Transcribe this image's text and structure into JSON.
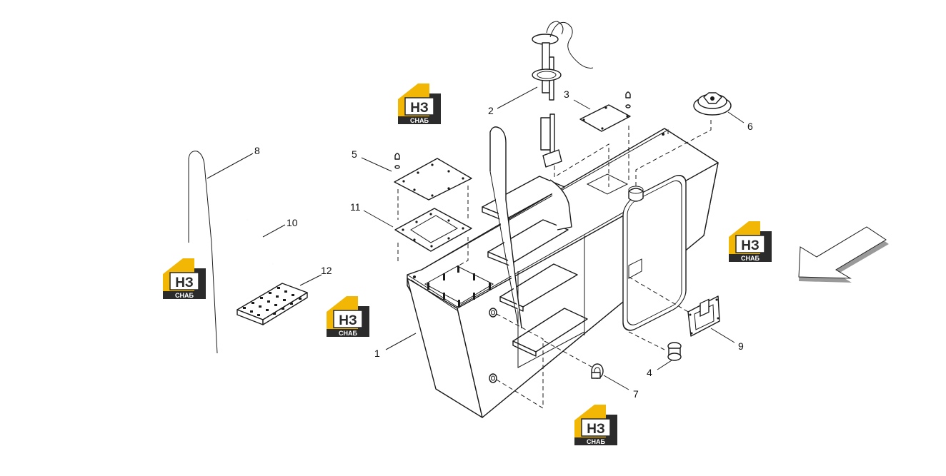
{
  "callouts": [
    {
      "id": "1",
      "label": "1"
    },
    {
      "id": "2",
      "label": "2"
    },
    {
      "id": "3",
      "label": "3"
    },
    {
      "id": "4",
      "label": "4"
    },
    {
      "id": "5",
      "label": "5"
    },
    {
      "id": "6",
      "label": "6"
    },
    {
      "id": "7",
      "label": "7"
    },
    {
      "id": "8",
      "label": "8"
    },
    {
      "id": "9",
      "label": "9"
    },
    {
      "id": "10",
      "label": "10"
    },
    {
      "id": "11",
      "label": "11"
    },
    {
      "id": "12",
      "label": "12"
    }
  ],
  "watermark": {
    "letters": "НЗ",
    "sub": "СНАБ",
    "colors": {
      "roof": "#f2b705",
      "dark": "#2b2b2b",
      "text": "#ffffff"
    }
  },
  "colors": {
    "line": "#1a1a1a",
    "arrow_fill": "#ffffff",
    "arrow_shadow": "#9a9a9a"
  },
  "direction_arrow": {
    "icon": "direction-arrow-icon"
  }
}
